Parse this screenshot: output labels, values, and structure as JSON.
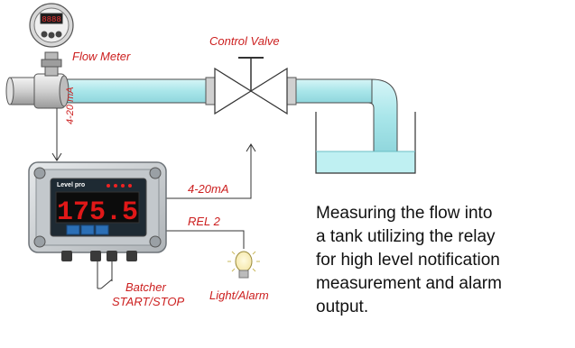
{
  "labels": {
    "flow_meter": "Flow Meter",
    "control_valve": "Control Valve",
    "current_loop_meter": "4-20 mA",
    "current_loop_out": "4-20mA",
    "relay": "REL 2",
    "batcher_line1": "Batcher",
    "batcher_line2": "START/STOP",
    "light_alarm": "Light/Alarm"
  },
  "flow_meter_display": "8888",
  "panel_meter": {
    "display_value": "175.5",
    "brand": "Level pro"
  },
  "description": [
    "Measuring the flow into",
    "a tank utilizing the relay",
    "for high level notification",
    "measurement and alarm",
    "output."
  ],
  "colors": {
    "pipe": "#a9e6ea",
    "water": "#bff0f2",
    "label_red": "#cc1f1f",
    "display_red": "#e01818",
    "housing": "#cfd3d6"
  }
}
